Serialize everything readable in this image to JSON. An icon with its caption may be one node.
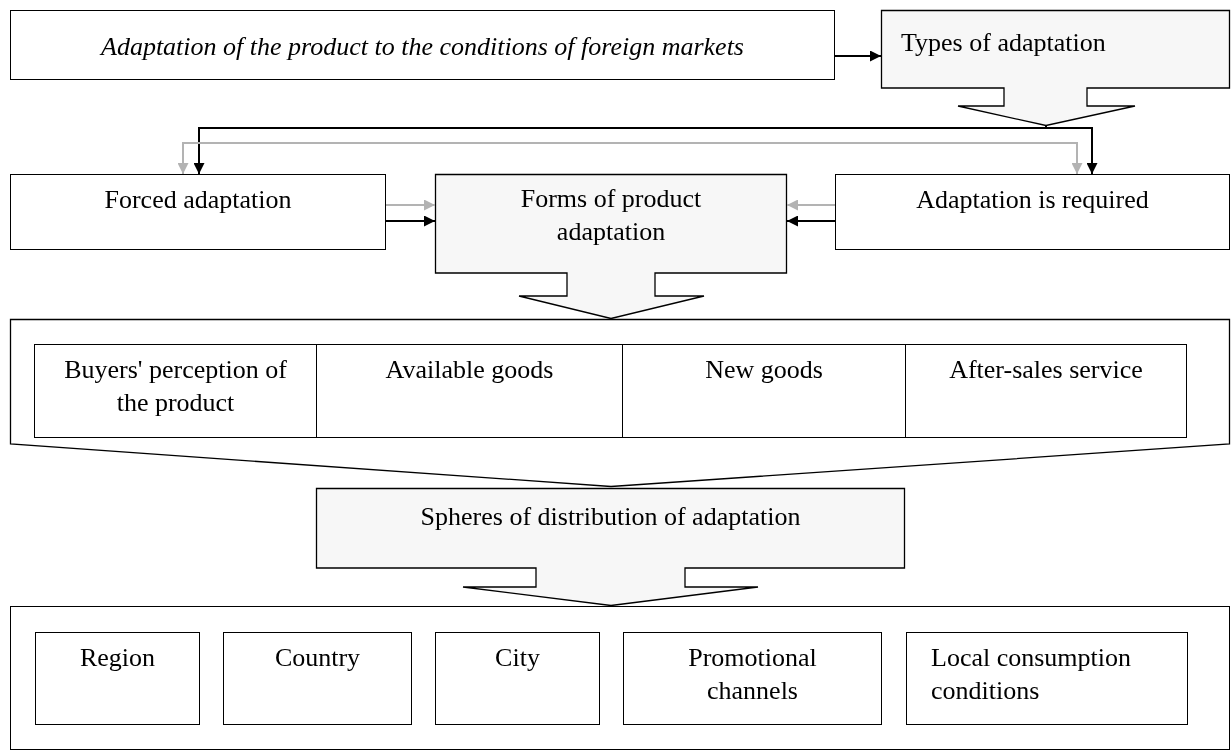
{
  "diagram": {
    "nodes": [
      {
        "text": [
          "Adaptation of the product to the conditions of foreign markets"
        ]
      },
      {
        "text": [
          "Types of adaptation"
        ]
      },
      {
        "text": [
          "Forced adaptation"
        ]
      },
      {
        "text": [
          "Forms of product adaptation"
        ]
      },
      {
        "text": [
          "Adaptation is required"
        ]
      },
      {
        "text": [],
        "shape": "box"
      },
      {
        "text": [
          "Buyers' perception of the product"
        ],
        "in": 5
      },
      {
        "text": [
          "Available goods"
        ],
        "in": 5
      },
      {
        "text": [
          "New goods"
        ],
        "in": 5
      },
      {
        "text": [
          "After-sales service"
        ],
        "in": 5
      },
      {
        "text": [
          "Spheres of distribution of adaptation"
        ]
      },
      {
        "text": [],
        "shape": "box"
      },
      {
        "text": [
          "Region"
        ],
        "in": 11
      },
      {
        "text": [
          "Country"
        ],
        "in": 11
      },
      {
        "text": [
          "City"
        ],
        "in": 11
      },
      {
        "text": [
          "Promotional channels"
        ],
        "in": 11
      },
      {
        "text": [
          "Local consumption conditions"
        ],
        "in": 11
      }
    ],
    "edges": [
      {
        "from": 0,
        "to": 1,
        "arrow": "to"
      },
      {
        "from": 1,
        "to": 2,
        "arrow": "to"
      },
      {
        "from": 1,
        "to": 4,
        "arrow": "to"
      },
      {
        "from": 2,
        "to": 4,
        "arrow": "both",
        "color": "#b3b3b3"
      },
      {
        "from": 2,
        "to": 3,
        "arrow": "to",
        "color": "#b3b3b3"
      },
      {
        "from": 2,
        "to": 3,
        "arrow": "to"
      },
      {
        "from": 4,
        "to": 3,
        "arrow": "to",
        "color": "#b3b3b3"
      },
      {
        "from": 4,
        "to": 3,
        "arrow": "to"
      }
    ]
  }
}
